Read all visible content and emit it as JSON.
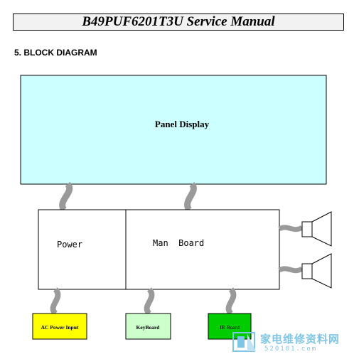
{
  "header": {
    "title": "B49PUF6201T3U Service Manual"
  },
  "section": {
    "heading": "5. BLOCK DIAGRAM"
  },
  "diagram": {
    "panel": {
      "label": "Panel Display",
      "color": "#ccffff"
    },
    "power": {
      "label": "Power"
    },
    "main_board": {
      "label": "Man  Board"
    },
    "ac_input": {
      "label": "AC Power Input",
      "color": "#ffff00"
    },
    "keyboard": {
      "label": "KeyBoard",
      "color": "#ccffcc"
    },
    "ir_board": {
      "label": "IR Board",
      "color": "#00cc00"
    },
    "cable_color": "#9a9a9a",
    "speaker_icons": [
      "speaker-icon",
      "speaker-icon"
    ]
  },
  "watermark": {
    "text": "家电维修资料网",
    "sub": "520101.com"
  }
}
